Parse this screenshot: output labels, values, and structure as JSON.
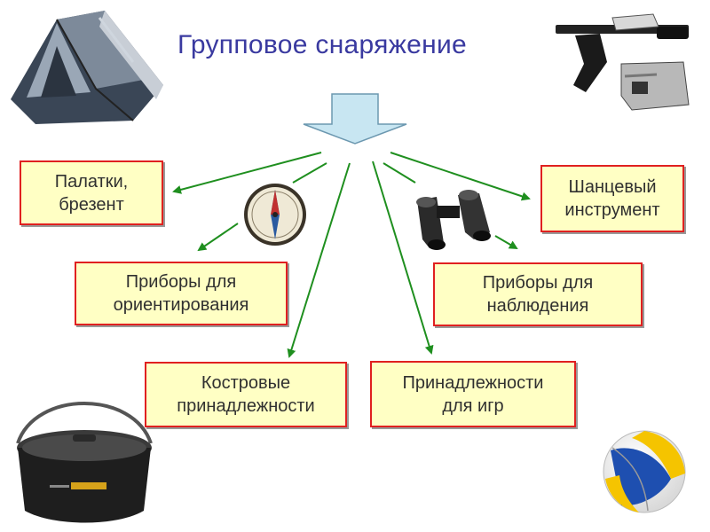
{
  "title": "Групповое снаряжение",
  "boxes": {
    "tents": [
      "Палатки,",
      "брезент"
    ],
    "entrenching": [
      "Шанцевый",
      "инструмент"
    ],
    "orientation": [
      "Приборы для",
      "ориентирования"
    ],
    "observation": [
      "Приборы для",
      "наблюдения"
    ],
    "campfire": [
      "Костровые",
      "принадлежности"
    ],
    "games": [
      "Принадлежности",
      "для игр"
    ]
  },
  "colors": {
    "title": "#3a3aa0",
    "box_fill": "#ffffc4",
    "box_border": "#e02020",
    "arrow": "#1f8f1f",
    "down_arrow": "#c8e6f2"
  },
  "icons": [
    "tent-image",
    "shovel-axe-image",
    "compass-image",
    "binoculars-image",
    "pot-image",
    "volleyball-image"
  ]
}
